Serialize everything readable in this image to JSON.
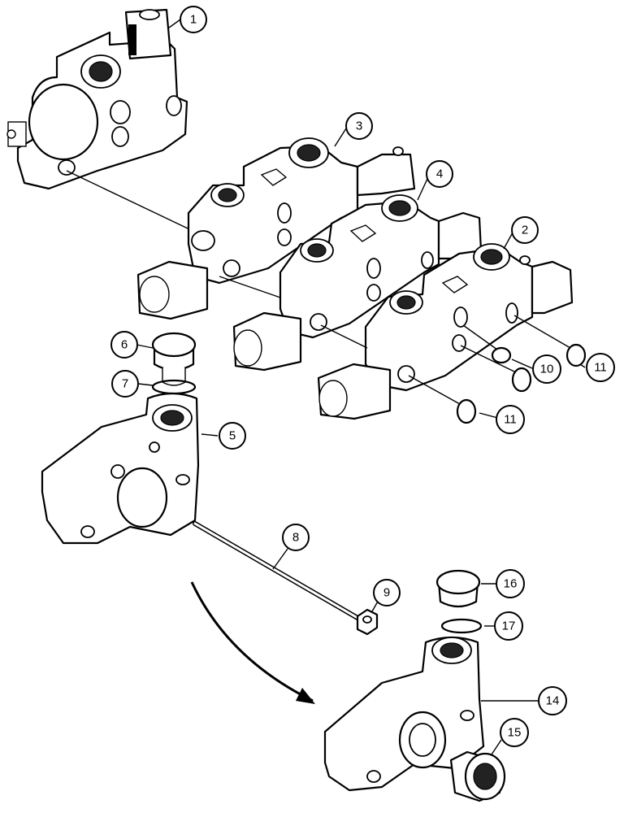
{
  "callouts": [
    {
      "id": "c1",
      "label": "1"
    },
    {
      "id": "c2",
      "label": "2"
    },
    {
      "id": "c3",
      "label": "3"
    },
    {
      "id": "c4",
      "label": "4"
    },
    {
      "id": "c5",
      "label": "5"
    },
    {
      "id": "c6",
      "label": "6"
    },
    {
      "id": "c7",
      "label": "7"
    },
    {
      "id": "c8",
      "label": "8"
    },
    {
      "id": "c9",
      "label": "9"
    },
    {
      "id": "c10",
      "label": "10"
    },
    {
      "id": "c11a",
      "label": "11"
    },
    {
      "id": "c11b",
      "label": "11"
    },
    {
      "id": "c14",
      "label": "14"
    },
    {
      "id": "c15",
      "label": "15"
    },
    {
      "id": "c16",
      "label": "16"
    },
    {
      "id": "c17",
      "label": "17"
    }
  ],
  "colors": {
    "line": "#000000",
    "background": "#ffffff"
  }
}
